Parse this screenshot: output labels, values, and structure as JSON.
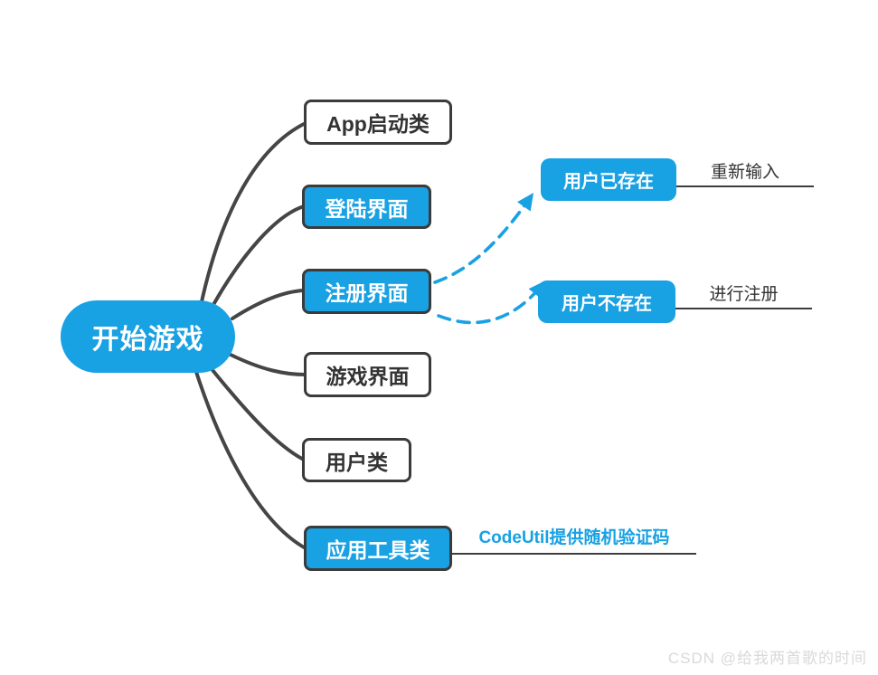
{
  "colors": {
    "accent": "#18a1e3",
    "branch": "#454545",
    "border": "#3b3b3b",
    "ink": "#333333",
    "watermark": "#d9d9d9"
  },
  "root": {
    "label": "开始游戏"
  },
  "branches": [
    {
      "label": "App启动类",
      "style": "outline"
    },
    {
      "label": "登陆界面",
      "style": "filled"
    },
    {
      "label": "注册界面",
      "style": "filled"
    },
    {
      "label": "游戏界面",
      "style": "outline"
    },
    {
      "label": "用户类",
      "style": "outline"
    },
    {
      "label": "应用工具类",
      "style": "filled"
    }
  ],
  "register_outcomes": [
    {
      "label": "用户已存在",
      "result": "重新输入"
    },
    {
      "label": "用户不存在",
      "result": "进行注册"
    }
  ],
  "tool_note": "CodeUtil提供随机验证码",
  "watermark": "CSDN @给我两首歌的时间"
}
